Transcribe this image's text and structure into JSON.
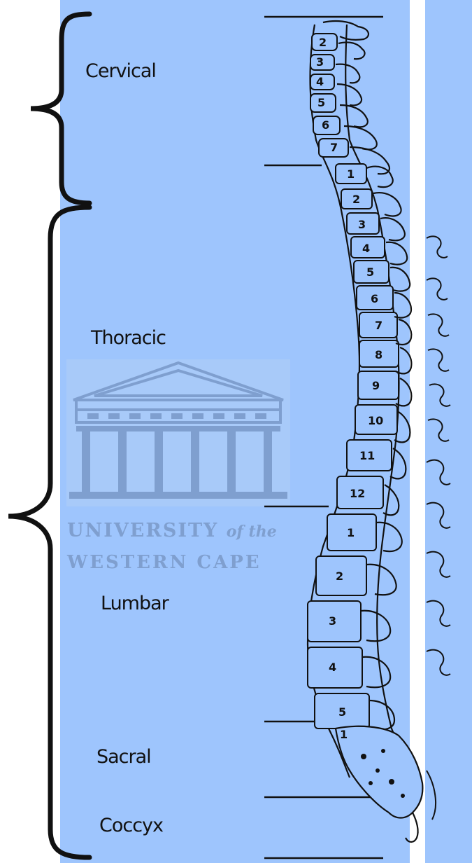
{
  "regions": {
    "cervical": "Cervical",
    "thoracic": "Thoracic",
    "lumbar": "Lumbar",
    "sacral": "Sacral",
    "coccyx": "Coccyx"
  },
  "watermark": {
    "line1": "UNIVERSITY",
    "line1_suffix": "of the",
    "line2": "WESTERN CAPE"
  },
  "vertebrae": {
    "cervical": [
      "2",
      "3",
      "4",
      "5",
      "6",
      "7"
    ],
    "thoracic": [
      "1",
      "2",
      "3",
      "4",
      "5",
      "6",
      "7",
      "8",
      "9",
      "10",
      "11",
      "12"
    ],
    "lumbar": [
      "1",
      "2",
      "3",
      "4",
      "5"
    ],
    "sacral": [
      "1"
    ]
  },
  "colors": {
    "panel": "#9ec5fd",
    "ink": "#111111",
    "watermark": "#7f9fcf"
  }
}
